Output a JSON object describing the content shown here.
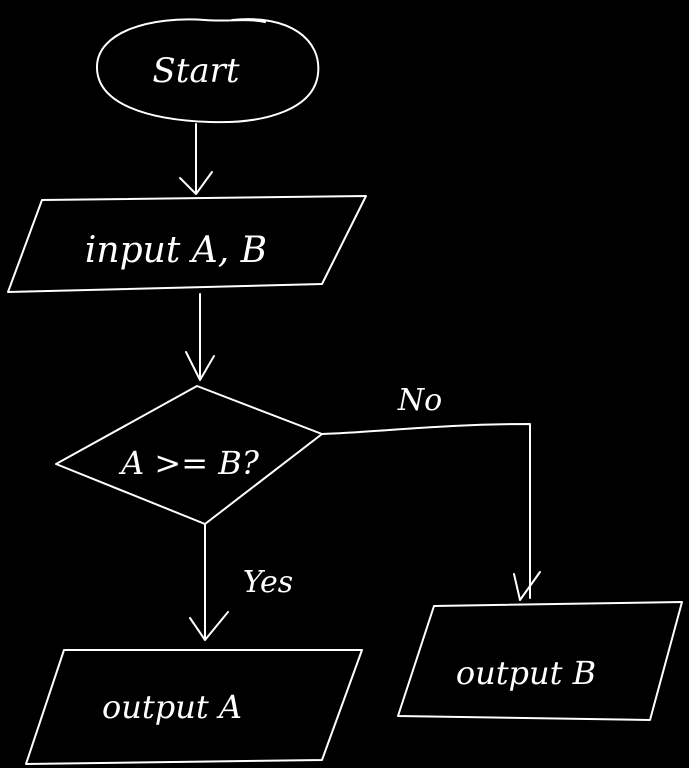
{
  "diagram": {
    "background": "#000000",
    "ink_color": "#ffffff",
    "nodes": {
      "start": {
        "shape": "oval",
        "label": "Start"
      },
      "input": {
        "shape": "parallelogram",
        "label": "input A, B"
      },
      "decision": {
        "shape": "diamond",
        "label": "A >= B?"
      },
      "output_a": {
        "shape": "parallelogram",
        "label": "output A"
      },
      "output_b": {
        "shape": "parallelogram",
        "label": "output B"
      }
    },
    "edges": {
      "yes_label": "Yes",
      "no_label": "No"
    }
  }
}
